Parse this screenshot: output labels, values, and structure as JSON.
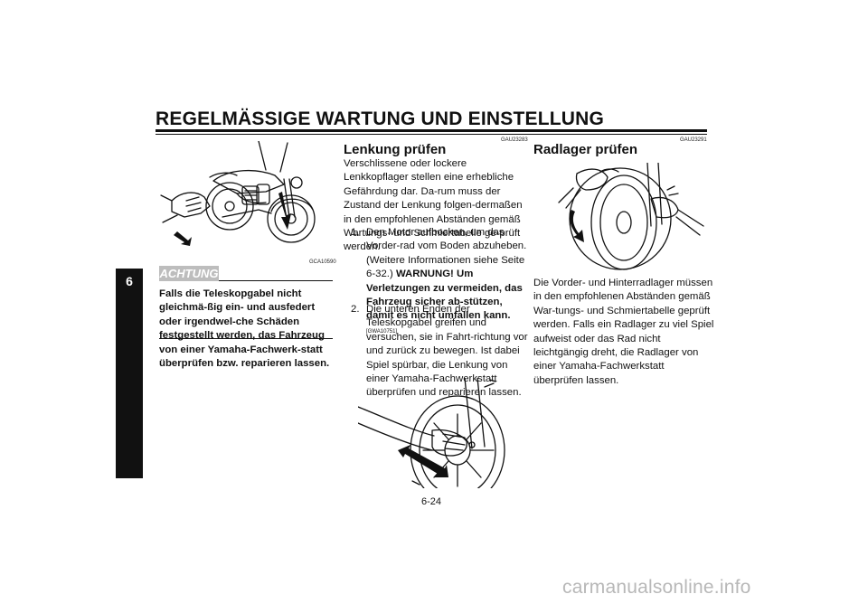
{
  "header": {
    "title": "REGELMÄSSIGE WARTUNG UND EINSTELLUNG",
    "chapter": "6"
  },
  "left_column": {
    "figure_code": "GCA10590",
    "achtung_label": "ACHTUNG",
    "achtung_text": "Falls die Teleskopgabel nicht gleichmä-ßig ein- und ausfedert oder irgendwel-che Schäden festgestellt werden, das Fahrzeug von einer Yamaha-Fachwerk-statt überprüfen bzw. reparieren lassen."
  },
  "middle_column": {
    "code": "GAU23283",
    "heading": "Lenkung prüfen",
    "intro": "Verschlissene oder lockere Lenkkopflager stellen eine erhebliche Gefährdung dar. Da-rum muss der Zustand der Lenkung folgen-dermaßen in den empfohlenen Abständen gemäß Wartungs- und Schmiertabelle ge-prüft werden.",
    "step1_num": "1.",
    "step1_text": "Den Motor aufbocken, um das Vorder-rad vom Boden abzuheben. (Weitere Informationen siehe Seite 6-32.)",
    "step1_warning": "WARNUNG! Um Verletzungen zu vermeiden, das Fahrzeug sicher ab-stützen, damit es nicht umfallen kann.",
    "step1_warning_code": "[GWA10751]",
    "step2_num": "2.",
    "step2_text": "Die unteren Enden der Teleskopgabel greifen und versuchen, sie in Fahrt-richtung vor und zurück zu bewegen. Ist dabei Spiel spürbar, die Lenkung von einer Yamaha-Fachwerkstatt überprüfen und reparieren lassen."
  },
  "right_column": {
    "code": "GAU23291",
    "heading": "Radlager prüfen",
    "text": "Die Vorder- und Hinterradlager müssen in den empfohlenen Abständen gemäß War-tungs- und Schmiertabelle geprüft werden. Falls ein Radlager zu viel Spiel aufweist oder das Rad nicht leichtgängig dreht, die Radlager von einer Yamaha-Fachwerkstatt überprüfen lassen."
  },
  "footer": {
    "page_number": "6-24",
    "watermark": "carmanualsonline.info"
  }
}
